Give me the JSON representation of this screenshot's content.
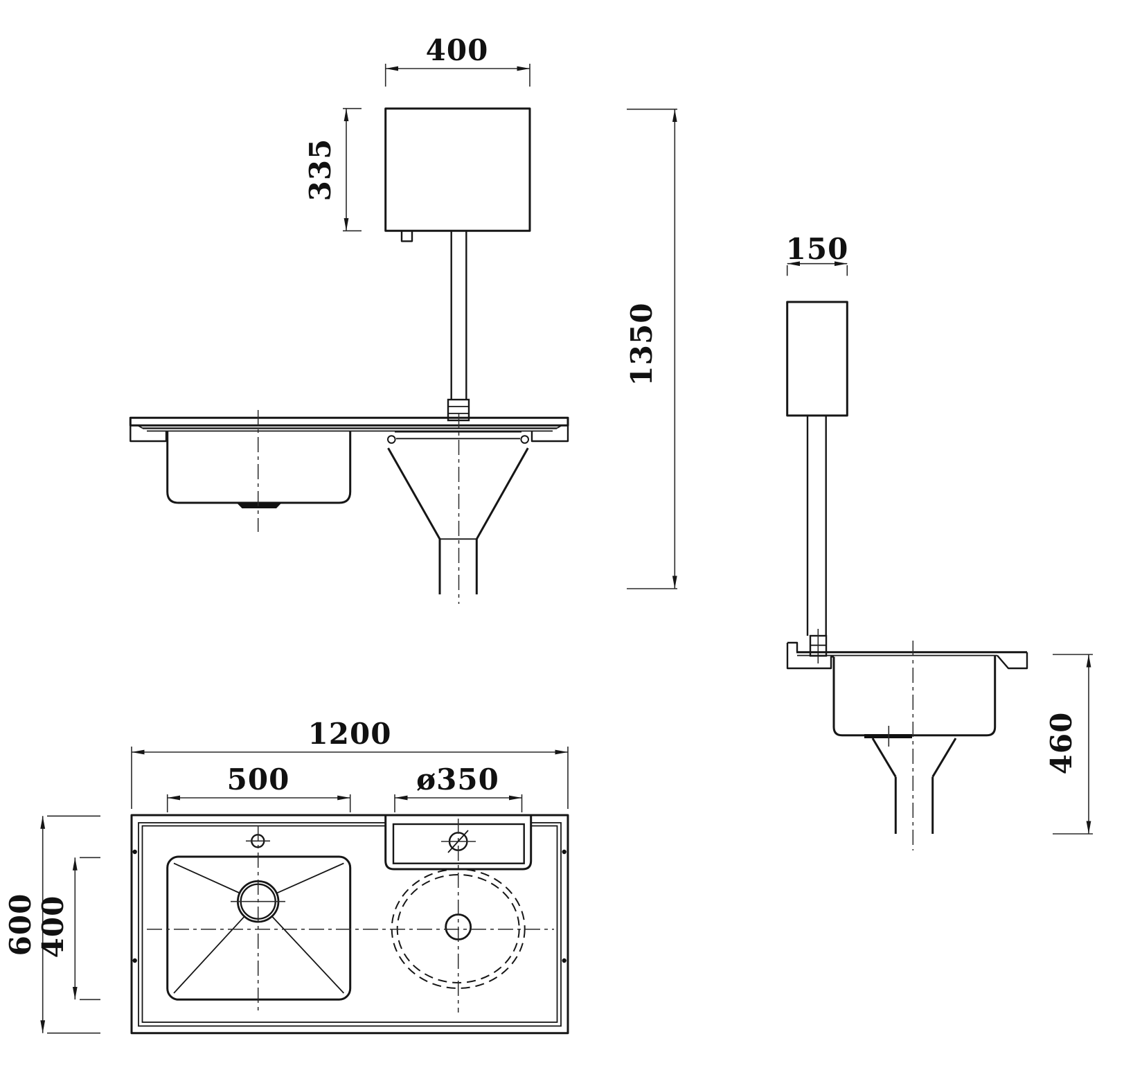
{
  "drawing": {
    "type": "technical-orthographic-drawing",
    "subject": "disposal-hopper-sink-unit-with-cistern",
    "background_color": "#ffffff",
    "line_color": "#161616",
    "dims": {
      "cistern_width": "400",
      "cistern_height": "335",
      "overall_height": "1350",
      "cistern_depth": "150",
      "outlet_drop": "460",
      "overall_width": "1200",
      "sink_bowl_width": "500",
      "hopper_diameter": "ø350",
      "overall_depth": "600",
      "sink_bowl_depth": "400"
    }
  }
}
